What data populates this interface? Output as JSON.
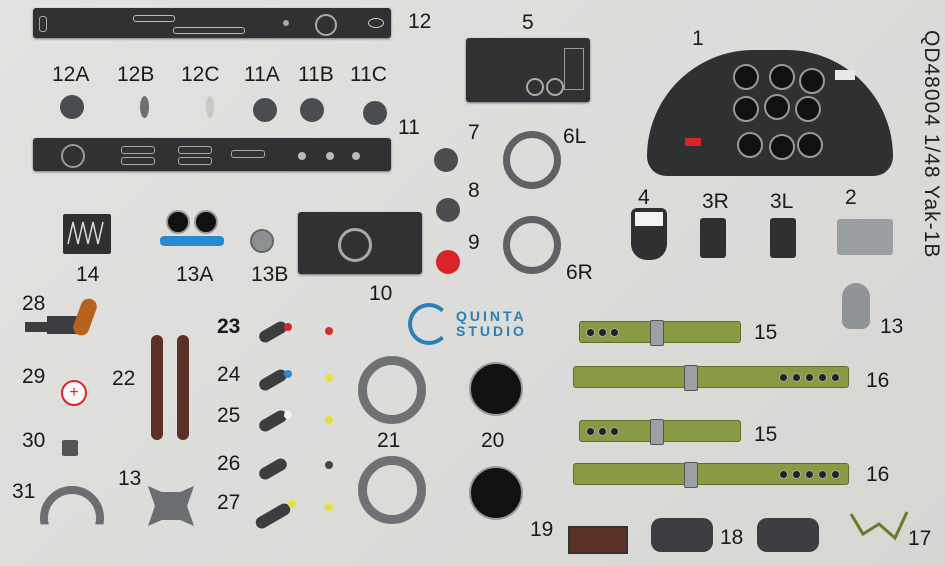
{
  "title": "QD48004 1/48 Yak-1B",
  "logo": {
    "line1": "QUINTA",
    "line2": "STUDIO"
  },
  "labels": {
    "p1": "1",
    "p2": "2",
    "p3r": "3R",
    "p3l": "3L",
    "p4": "4",
    "p5": "5",
    "p6l": "6L",
    "p6r": "6R",
    "p7": "7",
    "p8": "8",
    "p9": "9",
    "p10": "10",
    "p11": "11",
    "p11a": "11A",
    "p11b": "11B",
    "p11c": "11C",
    "p12": "12",
    "p12a": "12A",
    "p12b": "12B",
    "p12c": "12C",
    "p13": "13",
    "p13a": "13A",
    "p13b": "13B",
    "p13b2": "13",
    "p14": "14",
    "p15a": "15",
    "p15b": "15",
    "p16a": "16",
    "p16b": "16",
    "p17": "17",
    "p18": "18",
    "p19": "19",
    "p20": "20",
    "p21": "21",
    "p22": "22",
    "p23": "23",
    "p24": "24",
    "p25": "25",
    "p26": "26",
    "p27": "27",
    "p28": "28",
    "p29": "29",
    "p30": "30",
    "p31": "31"
  },
  "colors": {
    "panel": "#2f3133",
    "strap_green": "#879a44",
    "logo_blue": "#2a7fb8",
    "red_knob": "#d9252a",
    "yellow_dot": "#e8e03a",
    "red_dot": "#d92a24"
  }
}
